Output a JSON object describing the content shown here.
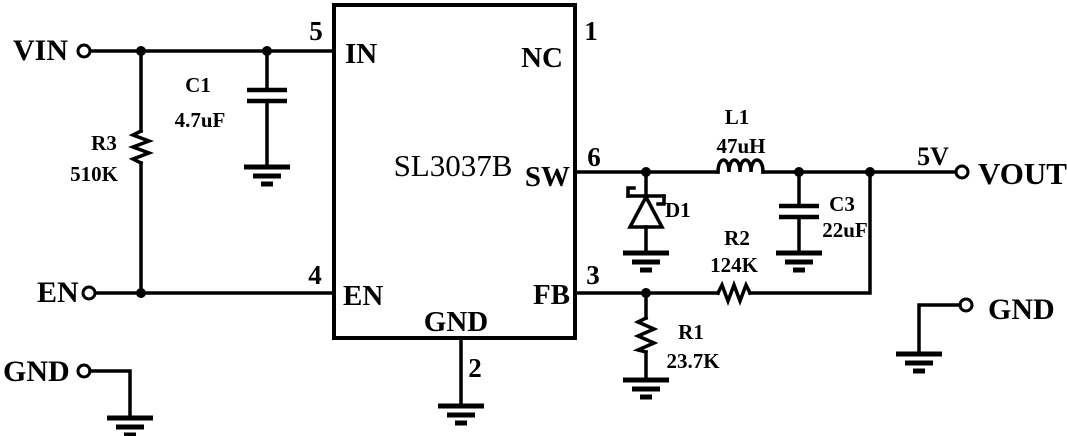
{
  "chip": {
    "name": "SL3037B",
    "pins": {
      "in": {
        "number": "5",
        "label": "IN"
      },
      "nc": {
        "number": "1",
        "label": "NC"
      },
      "sw": {
        "number": "6",
        "label": "SW"
      },
      "en": {
        "number": "4",
        "label": "EN"
      },
      "fb": {
        "number": "3",
        "label": "FB"
      },
      "gnd": {
        "number": "2",
        "label": "GND"
      }
    }
  },
  "terminals": {
    "vin": {
      "label": "VIN"
    },
    "en": {
      "label": "EN"
    },
    "gnd_left": {
      "label": "GND"
    },
    "vout": {
      "label": "VOUT",
      "voltage": "5V"
    },
    "gnd_right": {
      "label": "GND"
    }
  },
  "components": {
    "r3": {
      "ref": "R3",
      "value": "510K"
    },
    "c1": {
      "ref": "C1",
      "value": "4.7uF"
    },
    "l1": {
      "ref": "L1",
      "value": "47uH"
    },
    "d1": {
      "ref": "D1"
    },
    "c3": {
      "ref": "C3",
      "value": "22uF"
    },
    "r2": {
      "ref": "R2",
      "value": "124K"
    },
    "r1": {
      "ref": "R1",
      "value": "23.7K"
    }
  },
  "colors": {
    "ink": "#000000",
    "background": "#ffffff",
    "chip_name_text": "#1b2169",
    "inductor_value_text": "#3d4f94"
  }
}
